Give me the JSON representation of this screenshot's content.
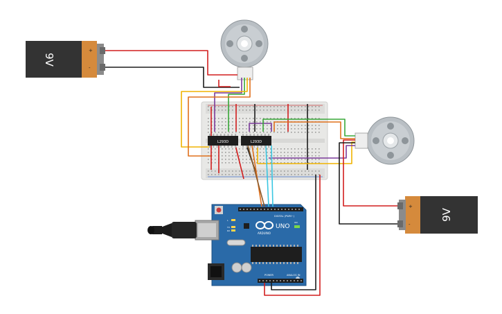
{
  "battery_left": {
    "label": "9V",
    "plus": "+",
    "minus": "-"
  },
  "battery_right": {
    "label": "9V",
    "plus": "+",
    "minus": "-"
  },
  "driver_left": {
    "label": "L293D"
  },
  "driver_right": {
    "label": "L293D"
  },
  "arduino": {
    "brand": "ARDUINO",
    "model": "UNO",
    "digital_label": "DIGITAL (PWM~)",
    "power_label": "POWER",
    "analog_label": "ANALOG IN",
    "tx_label": "TX",
    "rx_label": "RX",
    "l_label": "L",
    "on_label": "ON"
  },
  "colors": {
    "breadboard": "#e8e8e6",
    "battery_body": "#333333",
    "battery_cap": "#d58a3c",
    "arduino_board": "#2a6aa8",
    "motor_metal": "#b9bfc4",
    "wire_red": "#d21d1d",
    "wire_black": "#1c1c1c",
    "wire_yellow": "#f0b400",
    "wire_green": "#38a838",
    "wire_purple": "#7a3a9a",
    "wire_orange": "#e0701c",
    "wire_cyan": "#3ac7e2",
    "wire_brown": "#8a5a2b"
  }
}
